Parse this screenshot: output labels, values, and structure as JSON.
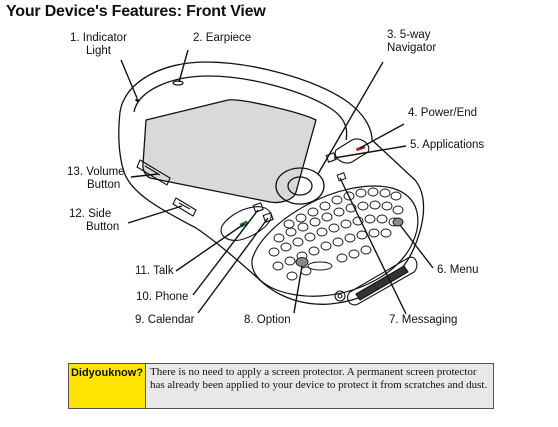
{
  "title": "Your Device's Features: Front View",
  "callouts": {
    "c1": {
      "num": "1.",
      "line1": "Indicator",
      "line2": "Light"
    },
    "c2": {
      "num": "2.",
      "line1": "Earpiece"
    },
    "c3": {
      "num": "3.",
      "line1": "5-way",
      "line2": "Navigator"
    },
    "c4": {
      "num": "4.",
      "line1": "Power/End"
    },
    "c5": {
      "num": "5.",
      "line1": "Applications"
    },
    "c6": {
      "num": "6.",
      "line1": "Menu"
    },
    "c7": {
      "num": "7.",
      "line1": "Messaging"
    },
    "c8": {
      "num": "8.",
      "line1": "Option"
    },
    "c9": {
      "num": "9.",
      "line1": "Calendar"
    },
    "c10": {
      "num": "10.",
      "line1": "Phone"
    },
    "c11": {
      "num": "11.",
      "line1": "Talk"
    },
    "c12": {
      "num": "12.",
      "line1": "Side",
      "line2": "Button"
    },
    "c13": {
      "num": "13.",
      "line1": "Volume",
      "line2": "Button"
    }
  },
  "tip": {
    "label": "Didyouknow?",
    "text": "There is no need to apply a screen protector. A permanent screen protector has already been applied to your device to protect it from scratches and dust."
  },
  "colors": {
    "tip_label_bg": "#ffe400",
    "tip_text_bg": "#e8e8e8"
  }
}
